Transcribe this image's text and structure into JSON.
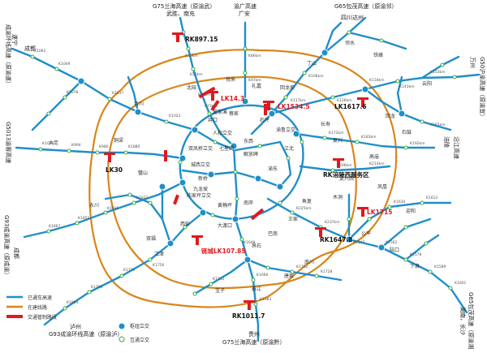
{
  "map": {
    "routes": {
      "g75_north": "G75兰海高速（原渝武）",
      "north_cities": "武胜、南充",
      "yuguang": "渝广高速",
      "guangan": "广安",
      "g65_north": "G65包茂高速（原渝邻）",
      "sichuan_dazhou": "四川达州",
      "suining": "遂宁",
      "chengdu_nw": "成都",
      "chengyu_spur": "成渝环线高速（原渝遂）",
      "g5013": "G5013渝蓉高速",
      "g93_chengdu": "G93成渝高速（原成渝）",
      "chengdu_sw": "成都",
      "g93_loop": "G93成渝环线高速（原渝泸）",
      "luzhou": "泸州",
      "g75_south": "G75兰海高速（原渝黔）",
      "guizhou": "贵州",
      "g65_south": "G65包茂高速（原渝湘）",
      "hunan": "湖南，长沙",
      "g50": "G50沪渝高速（原渝宜）",
      "wanzhou": "万州",
      "fuling": "涪陵",
      "yanjiang": "沿江高速"
    },
    "markers": [
      {
        "id": "rk897",
        "label": "RK897.15",
        "color": "black"
      },
      {
        "id": "lk14",
        "label": "LK14.3",
        "color": "red"
      },
      {
        "id": "lk1534",
        "label": "LK1534.5",
        "color": "red"
      },
      {
        "id": "lk1617",
        "label": "LK1617.6",
        "color": "black"
      },
      {
        "id": "lk30",
        "label": "LK30",
        "color": "black"
      },
      {
        "id": "rk_service",
        "label": "RK涪陵西服务区",
        "color": "black"
      },
      {
        "id": "lk1715",
        "label": "LK1715",
        "color": "red"
      },
      {
        "id": "rk1647",
        "label": "RK1647.8",
        "color": "black"
      },
      {
        "id": "lk107",
        "label": "链城LK107.85",
        "color": "red"
      },
      {
        "id": "rk1011",
        "label": "RK1011.7",
        "color": "black"
      }
    ],
    "places": {
      "renhe": "人和立交",
      "qixing": "七星岗",
      "dongxi": "东西",
      "jiefangbei": "解放碑",
      "yunlu": "渝鲁立交",
      "jiangbei": "江北",
      "shuangfeng": "双凤桥立交",
      "chengxi": "城西立交",
      "xinqiao": "新桥",
      "chenjiaping": "陈家坪立交",
      "huangjueping": "黄桷坪",
      "nanan": "南岸",
      "yudong": "渝东",
      "tongjiaxi": "童家溪",
      "beibei": "北碚",
      "yuelai": "悦来",
      "lijia": "礼嘉",
      "hechuan": "合川",
      "bishan": "璧山",
      "yongchuan": "永川",
      "jiangjin": "江津",
      "banan": "巴南",
      "nanchuan": "南川",
      "changshou": "长寿",
      "tongliang": "铜梁",
      "dazu": "大足",
      "qijiang": "綦江",
      "xipeng": "西彭",
      "shuangfu": "双福",
      "jieshi": "界石",
      "yufu": "鱼复",
      "wangjia": "王家",
      "mudong": "木洞",
      "yunyang": "云阳",
      "fuxing": "复兴",
      "jingkou": "井口",
      "caijia": "蔡家",
      "shiping": "石坪",
      "huilongba": "回龙坝",
      "dingshan": "丁山",
      "yingshan": "邻水",
      "tiefeng": "铁峰",
      "huilong": "回龙",
      "shigu": "石鼓",
      "jiulongpo": "九龙坡",
      "dadukou": "大渡口",
      "gongping": "公平",
      "lukou": "陆口",
      "xiaquan": "下泉",
      "tangjia": "唐家",
      "yinhe": "迎和",
      "fenghuang": "凤凰",
      "gaomiao": "高庙",
      "baozi": "宝子",
      "fuxi": "复兴西"
    },
    "tiny_labels": [
      "K40km",
      "K52km",
      "K61km",
      "K73km",
      "K86km",
      "K97km",
      "K106km",
      "K117km",
      "K126km",
      "K134km",
      "K143km",
      "K153km",
      "K165km",
      "K172km",
      "K183km",
      "K192km",
      "K206km",
      "K214km",
      "K225km",
      "K237km",
      "K1547",
      "K1562",
      "K1578",
      "K1589",
      "K1601",
      "K1612",
      "K1630",
      "K1649",
      "K1666",
      "K1683",
      "K1702",
      "K1728",
      "K1742",
      "K1756",
      "K1771",
      "K1789",
      "K1804",
      "K1822",
      "K1836",
      "K1851",
      "K1867",
      "K1880",
      "K980",
      "K994",
      "K1008",
      "K1023",
      "K1037",
      "K1049",
      "K1062",
      "K1078"
    ],
    "legend": [
      {
        "key": "built",
        "label": "已通车高速"
      },
      {
        "key": "building",
        "label": "在建线路"
      },
      {
        "key": "control",
        "label": "交通管制路段"
      },
      {
        "key": "hub",
        "label": "枢纽立交"
      },
      {
        "key": "exit",
        "label": "互通立交"
      }
    ],
    "colors": {
      "highway": "#1f8fc9",
      "ring": "#d8861a",
      "red": "#e0191e",
      "exit_stroke": "#3aa845"
    }
  }
}
